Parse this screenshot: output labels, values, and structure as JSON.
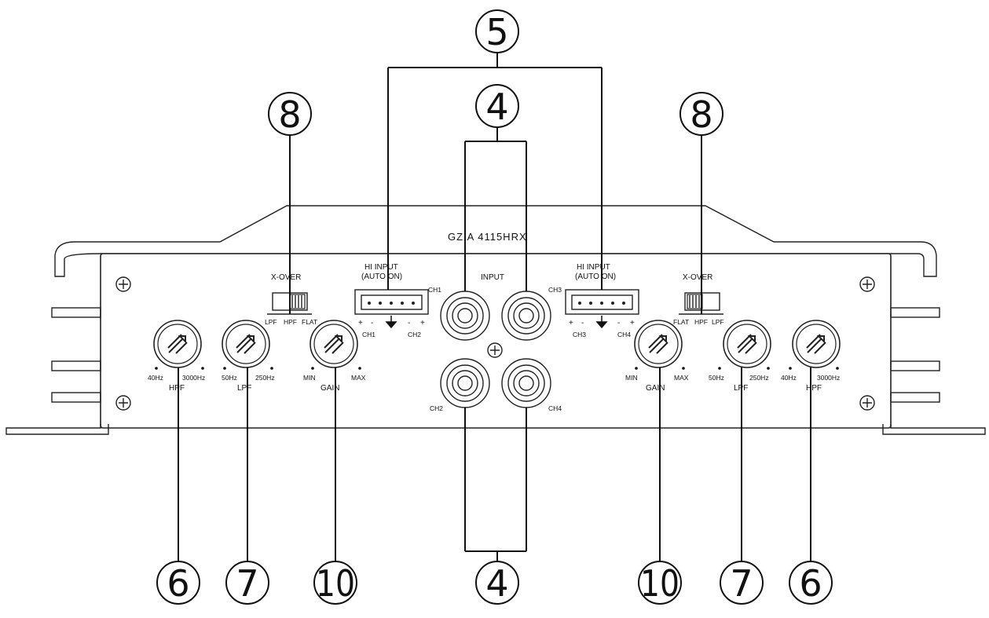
{
  "model_label": "GZIA 4115HRX",
  "left": {
    "xover_label": "X-OVER",
    "xover_positions": [
      "LPF",
      "HPF",
      "FLAT"
    ],
    "hi_input_line1": "HI   INPUT",
    "hi_input_line2": "(AUTO ON)",
    "hi_pins": [
      "+",
      "-",
      "-",
      "+"
    ],
    "hi_ch_left": "CH1",
    "hi_ch_right": "CH2",
    "hpf_min": "40Hz",
    "hpf_max": "3000Hz",
    "hpf_label": "HPF",
    "lpf_min": "50Hz",
    "lpf_max": "250Hz",
    "lpf_label": "LPF",
    "gain_min": "MIN",
    "gain_max": "MAX",
    "gain_label": "GAIN"
  },
  "right": {
    "xover_label": "X-OVER",
    "xover_positions": [
      "FLAT",
      "HPF",
      "LPF"
    ],
    "hi_input_line1": "HI   INPUT",
    "hi_input_line2": "(AUTO ON)",
    "hi_pins": [
      "+",
      "-",
      "-",
      "+"
    ],
    "hi_ch_left": "CH3",
    "hi_ch_right": "CH4",
    "gain_min": "MIN",
    "gain_max": "MAX",
    "gain_label": "GAIN",
    "lpf_min": "50Hz",
    "lpf_max": "250Hz",
    "lpf_label": "LPF",
    "hpf_min": "40Hz",
    "hpf_max": "3000Hz",
    "hpf_label": "HPF"
  },
  "rca": {
    "label": "INPUT",
    "ch1": "CH1",
    "ch2": "CH2",
    "ch3": "CH3",
    "ch4": "CH4"
  },
  "callouts": {
    "top_hi_input": "5",
    "top_rca": "4",
    "left_xover": "8",
    "right_xover": "8",
    "bottom_left_hpf": "6",
    "bottom_left_lpf": "7",
    "bottom_left_gain": "10",
    "bottom_rca": "4",
    "bottom_right_gain": "10",
    "bottom_right_lpf": "7",
    "bottom_right_hpf": "6"
  }
}
